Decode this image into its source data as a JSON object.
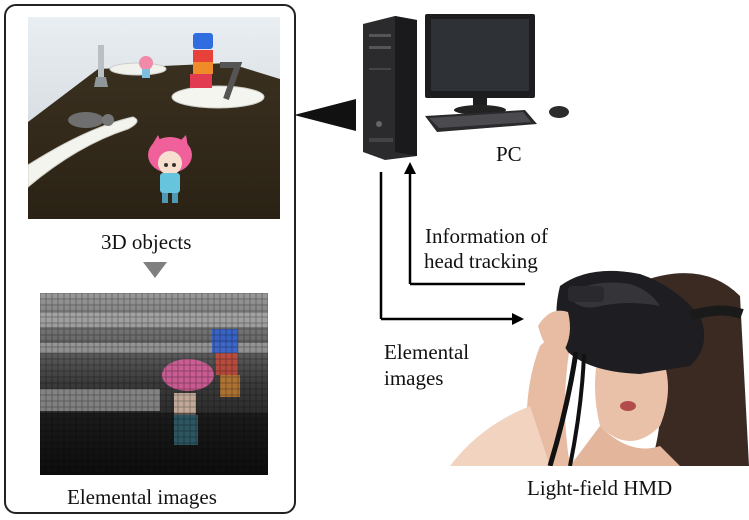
{
  "labels": {
    "objects_caption": "3D objects",
    "elemental_caption": "Elemental images",
    "pc": "PC",
    "head_tracking_line1": "Information of",
    "head_tracking_line2": "head tracking",
    "elemental_arrow_line1": "Elemental",
    "elemental_arrow_line2": "images",
    "hmd": "Light-field HMD"
  },
  "colors": {
    "arrow": "#000000",
    "down_triangle": "#7f7f7f",
    "panel_border": "#222222"
  }
}
